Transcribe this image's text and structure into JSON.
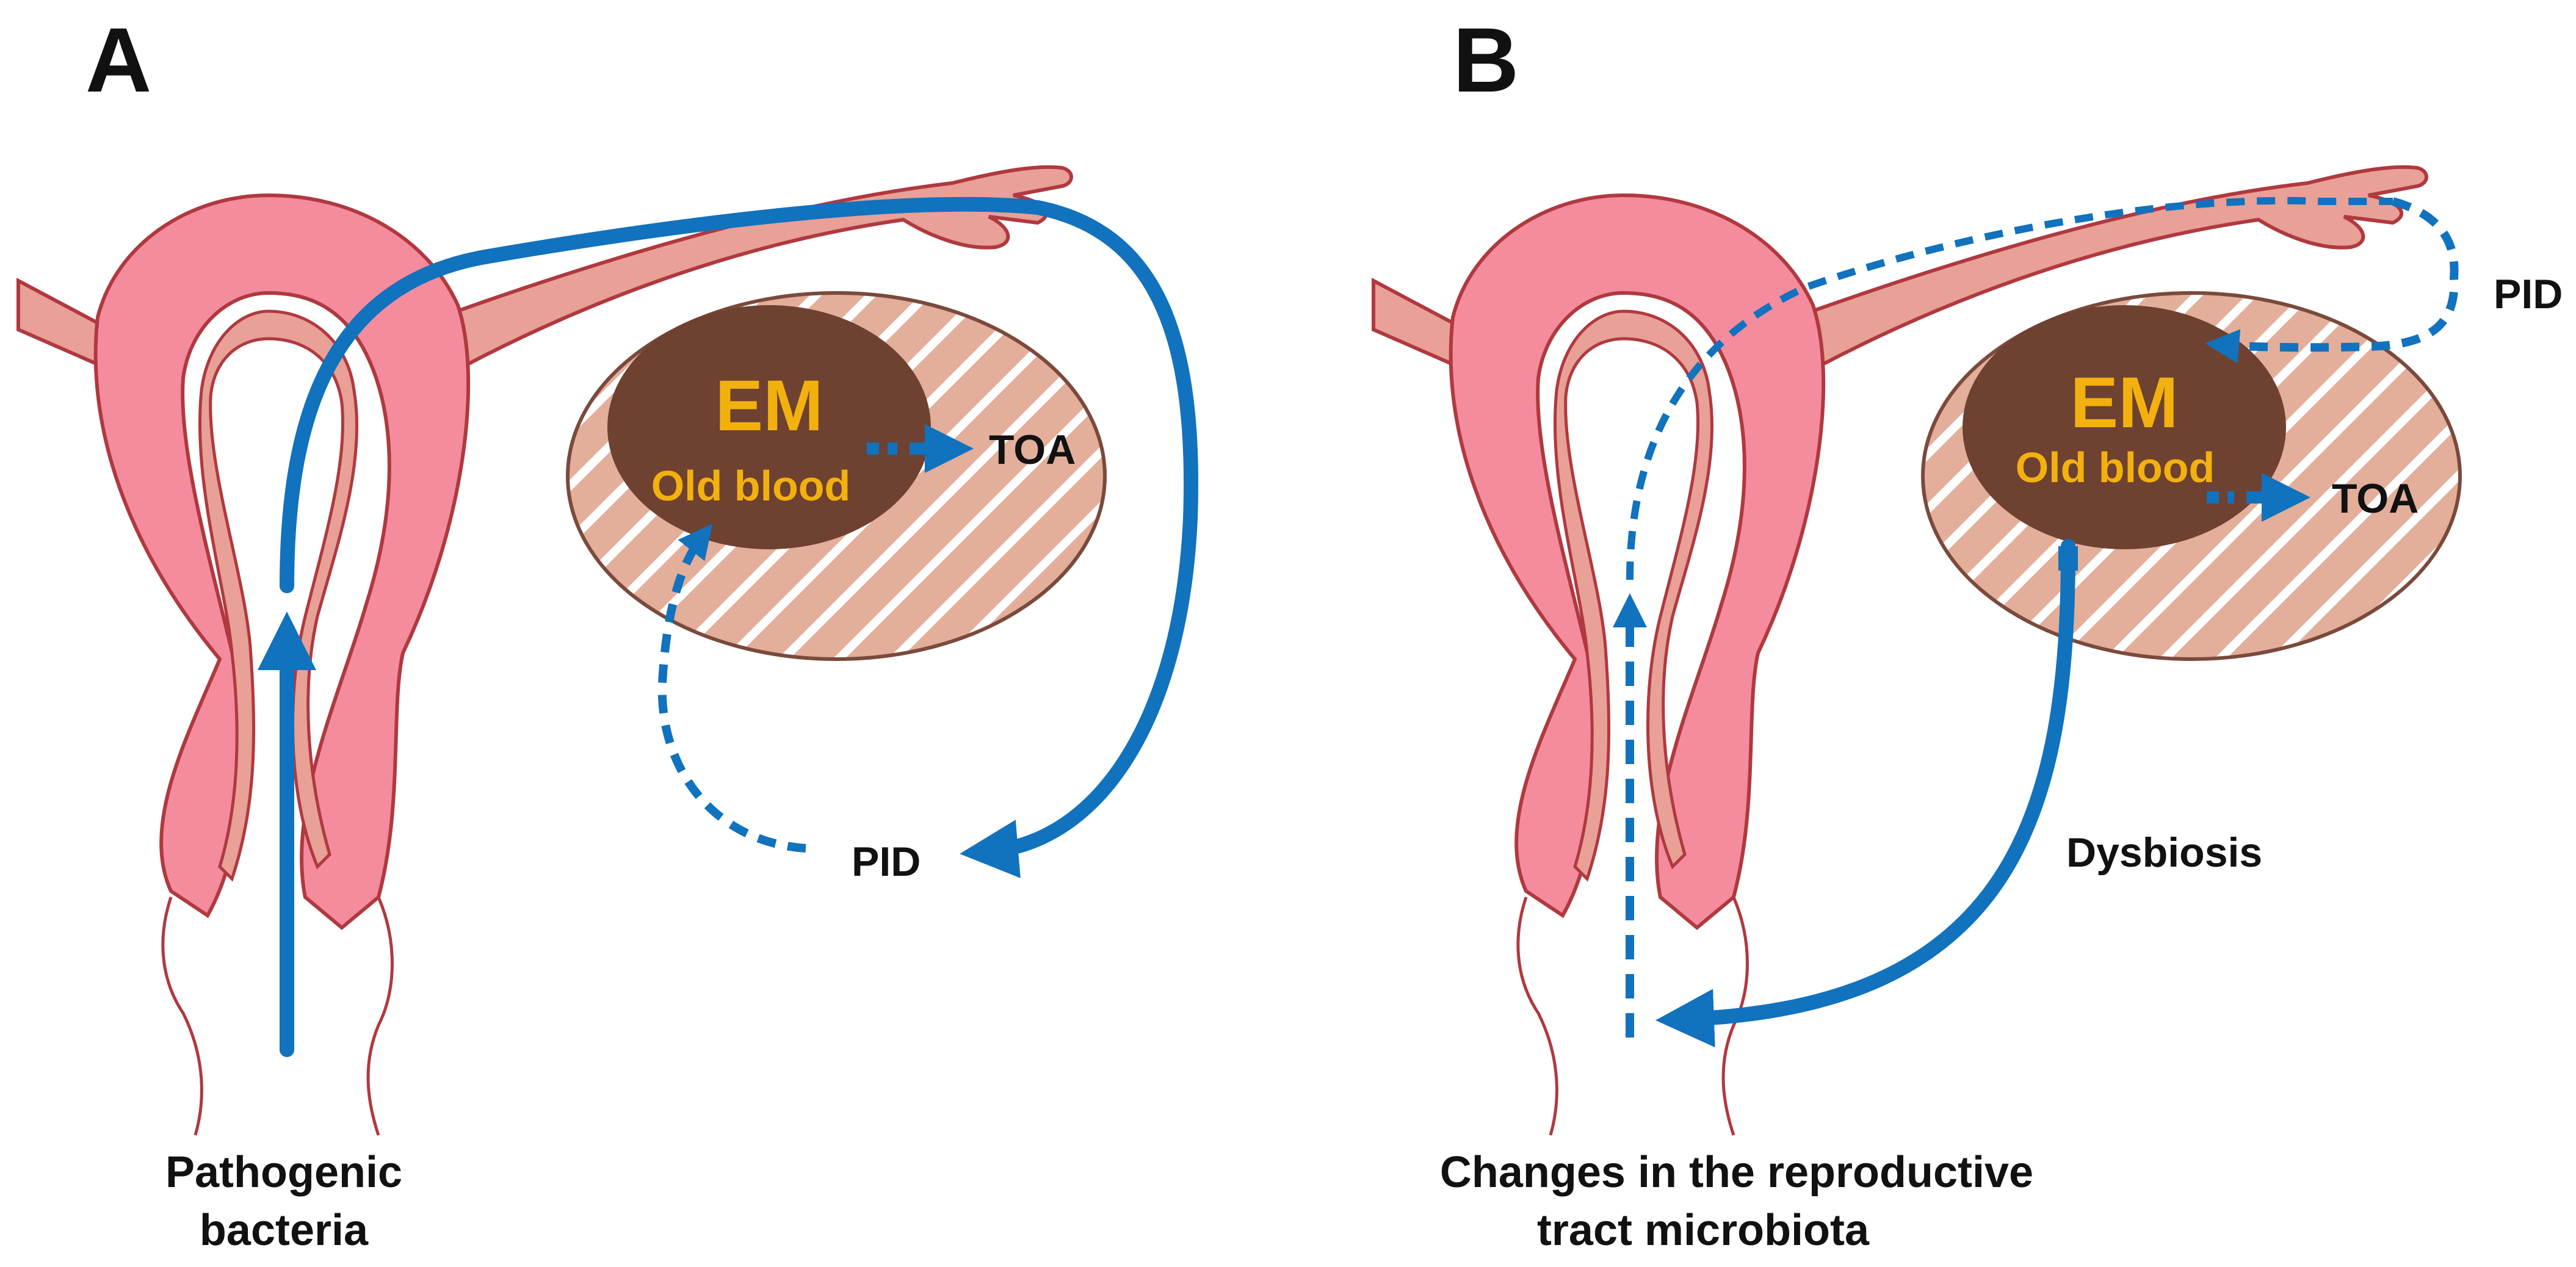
{
  "colors": {
    "uterus_fill": "#F48C9E",
    "uterus_inner": "#E8A097",
    "outline": "#B0393F",
    "ovary_fill": "#E3AE9A",
    "ovary_outline": "#7A4A3C",
    "em_fill": "#6E4130",
    "em_text": "#F2B10E",
    "arrow": "#1172BE",
    "vagina_outline": "#B0393F"
  },
  "panel_a": {
    "letter": "A",
    "em": "EM",
    "old_blood": "Old blood",
    "toa": "TOA",
    "pid": "PID",
    "caption_line1": "Pathogenic",
    "caption_line2": "bacteria"
  },
  "panel_b": {
    "letter": "B",
    "em": "EM",
    "old_blood": "Old blood",
    "toa": "TOA",
    "pid": "PID",
    "dysbiosis": "Dysbiosis",
    "caption_line1": "Changes in the reproductive",
    "caption_line2": "tract microbiota"
  }
}
